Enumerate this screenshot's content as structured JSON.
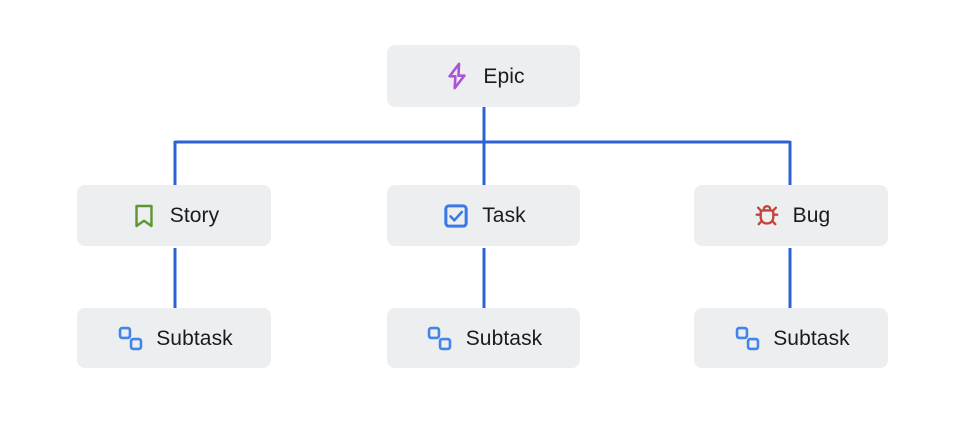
{
  "diagram": {
    "type": "hierarchy-tree",
    "background_color": "#ffffff",
    "card_color": "#eceef0",
    "connector_color": "#2d62d4",
    "label_color": "#1b1b1b",
    "levels": [
      {
        "level": 1,
        "nodes": [
          {
            "id": "epic",
            "label": "Epic",
            "icon": "lightning-bolt-icon",
            "icon_color": "#a855d8"
          }
        ]
      },
      {
        "level": 2,
        "nodes": [
          {
            "id": "story",
            "label": "Story",
            "icon": "bookmark-icon",
            "icon_color": "#5e9732"
          },
          {
            "id": "task",
            "label": "Task",
            "icon": "checkbox-checked-icon",
            "icon_color": "#3b78e7"
          },
          {
            "id": "bug",
            "label": "Bug",
            "icon": "bug-icon",
            "icon_color": "#c4443c"
          }
        ]
      },
      {
        "level": 3,
        "nodes": [
          {
            "id": "subtask-1",
            "label": "Subtask",
            "icon": "subtask-blocks-icon",
            "icon_color": "#4285e8"
          },
          {
            "id": "subtask-2",
            "label": "Subtask",
            "icon": "subtask-blocks-icon",
            "icon_color": "#4285e8"
          },
          {
            "id": "subtask-3",
            "label": "Subtask",
            "icon": "subtask-blocks-icon",
            "icon_color": "#4285e8"
          }
        ]
      }
    ]
  }
}
